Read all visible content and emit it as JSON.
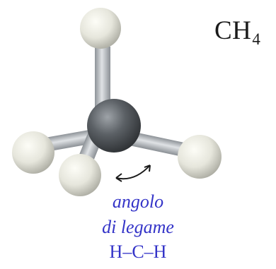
{
  "molecule": {
    "formula_main": "CH",
    "formula_sub": "4"
  },
  "caption": {
    "line1": "angolo",
    "line2": "di legame",
    "line3": "H–C–H"
  },
  "colors": {
    "caption_text": "#3434c8",
    "angle_arrow": "#1a1a1a",
    "carbon_atom": "#55595e",
    "hydrogen_atom": "#e9e9df",
    "bond": "#bcc0c4"
  }
}
